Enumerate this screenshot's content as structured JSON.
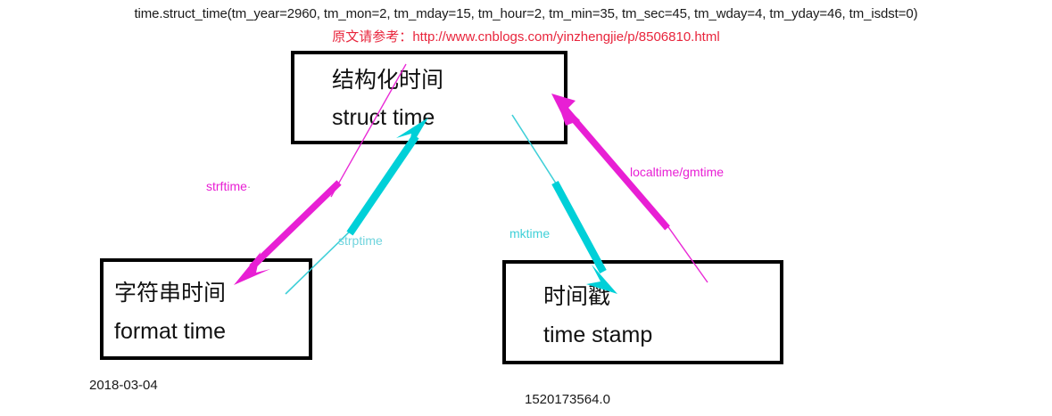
{
  "header": {
    "struct_time_repr": "time.struct_time(tm_year=2960, tm_mon=2, tm_mday=15, tm_hour=2, tm_min=35, tm_sec=45, tm_wday=4, tm_yday=46, tm_isdst=0)",
    "source_prefix": "原文请参考：",
    "source_url": "http://www.cnblogs.com/yinzhengjie/p/8506810.html"
  },
  "nodes": {
    "struct_time": {
      "label_cn": "结构化时间",
      "label_en": "struct time"
    },
    "format_time": {
      "label_cn": "字符串时间",
      "label_en": "format time"
    },
    "time_stamp": {
      "label_cn": "时间戳",
      "label_en": "time stamp"
    }
  },
  "arrows": {
    "strftime": {
      "label": "strftime",
      "trailing_mark": "·",
      "color": "#e81fd4",
      "from": "struct_time",
      "to": "format_time"
    },
    "strptime": {
      "label": "strptime",
      "color": "#00d0d8",
      "from": "format_time",
      "to": "struct_time"
    },
    "mktime": {
      "label": "mktime",
      "color": "#00d0d8",
      "from": "struct_time",
      "to": "time_stamp"
    },
    "localtime_gmtime": {
      "label": "localtime/gmtime",
      "color": "#e81fd4",
      "from": "time_stamp",
      "to": "struct_time"
    }
  },
  "values": {
    "format_time_example": "2018-03-04",
    "time_stamp_example": "1520173564.0"
  },
  "colors": {
    "magenta": "#e81fd4",
    "cyan": "#00d0d8",
    "red_note": "#e8253c",
    "box_border": "#000000",
    "text": "#111111"
  }
}
